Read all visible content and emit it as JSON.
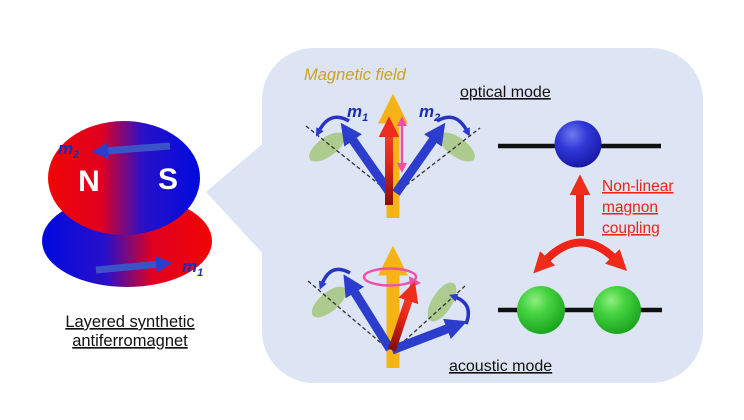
{
  "magnet": {
    "m2_base": "m",
    "m2_sub": "2",
    "m1_base": "m",
    "m1_sub": "1",
    "pole_n": "N",
    "pole_s": "S",
    "caption_line1": "Layered synthetic",
    "caption_line2": "antiferromagnet"
  },
  "bubble": {
    "field_label": "Magnetic field",
    "optical_label": "optical mode",
    "acoustic_label": "acoustic mode",
    "optical_m1_base": "m",
    "optical_m1_sub": "1",
    "optical_m2_base": "m",
    "optical_m2_sub": "2",
    "coupling_line1": "Non-linear",
    "coupling_line2": "magnon",
    "coupling_line3": "coupling"
  },
  "colors": {
    "panel": "#dde4f3",
    "magnet_red": "#ee0000",
    "magnet_blue": "#0009dd",
    "arrow_blue": "#2c3ccc",
    "field_yellow": "#f6b315",
    "red": "#ea2418",
    "green_ellipse": "#a9c987",
    "pink": "#f04fa8",
    "sphere_blue": "#14149a",
    "sphere_green": "#2fcb35",
    "label_blue": "#1b2db6",
    "field_text": "#cfa21d",
    "black": "#1a1a1a"
  }
}
